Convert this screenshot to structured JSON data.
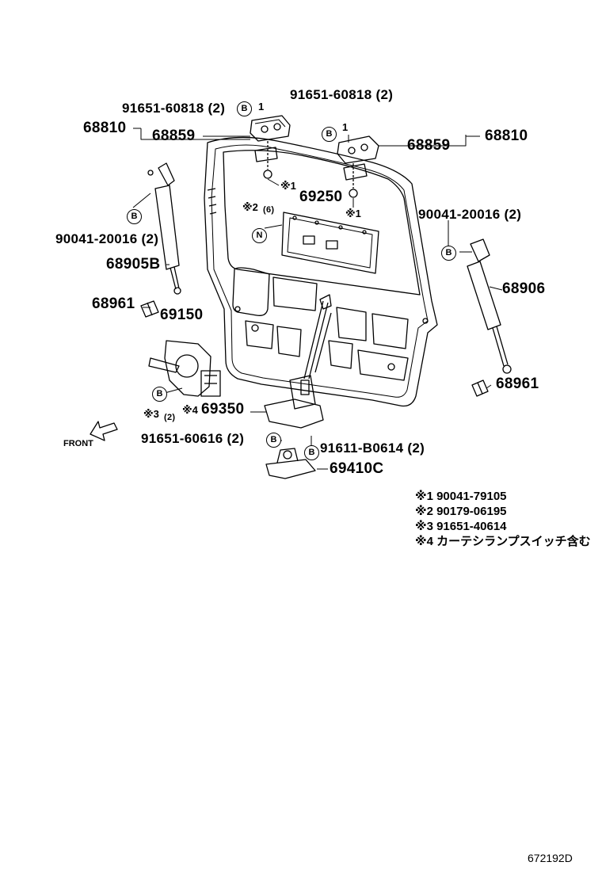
{
  "labels": {
    "bolt_hinge_left": "91651-60818 (2)",
    "bolt_hinge_right": "91651-60818 (2)",
    "hinge_left": "68810",
    "hinge_right": "68810",
    "hinge_cover_left": "68859",
    "hinge_cover_right": "68859",
    "lamp": "69250",
    "bolt_stay_left": "90041-20016 (2)",
    "bolt_stay_right": "90041-20016 (2)",
    "stay_left": "68905B",
    "stay_right": "68906",
    "cushion_left": "68961",
    "cushion_right": "68961",
    "handle": "69150",
    "lock": "69350",
    "bolt_lock_left": "91651-60616 (2)",
    "bolt_lock_right": "91611-B0614 (2)",
    "striker": "69410C",
    "front": "FRONT"
  },
  "marks": {
    "note1_left": "※1",
    "note1_right": "※1",
    "note2": "※2",
    "note2_qty": "(6)",
    "note3": "※3",
    "note3_qty": "(2)",
    "note4": "※4",
    "hinge_bolt_left_num": "1",
    "hinge_bolt_right_num": "1"
  },
  "badges": {
    "b": "B",
    "n": "N"
  },
  "notes": [
    "※1 90041-79105",
    "※2 90179-06195",
    "※3 91651-40614",
    "※4 カーテシランプスイッチ含む"
  ],
  "diagram_id": "672192D"
}
